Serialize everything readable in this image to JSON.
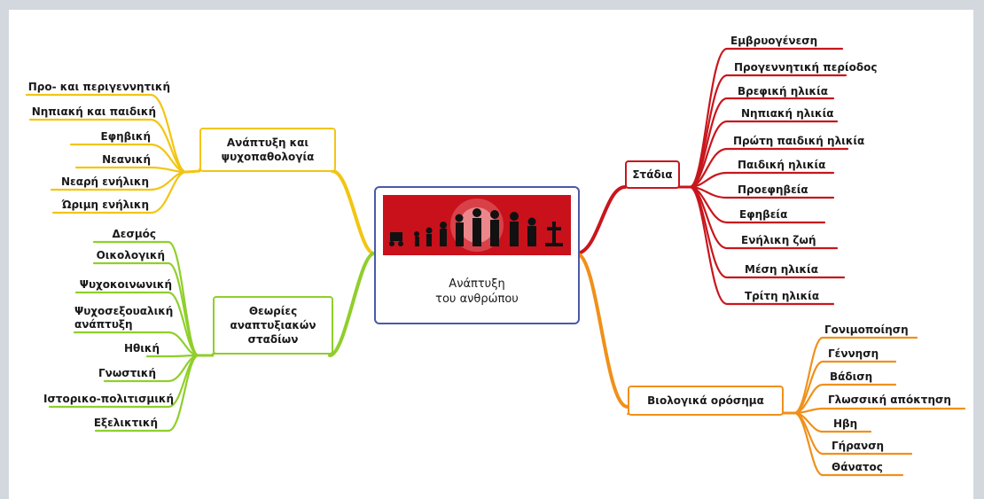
{
  "center": {
    "title_line1": "Ανάπτυξη",
    "title_line2": "του ανθρώπου"
  },
  "branches": {
    "development": {
      "label": "Ανάπτυξη και ψυχοπαθολογία",
      "color": "#f2c512",
      "leaves": [
        "Προ- και περιγεννητική",
        "Νηπιακή και παιδική",
        "Εφηβική",
        "Νεανική",
        "Νεαρή ενήλικη",
        "Ώριμη ενήλικη"
      ]
    },
    "theories": {
      "label": "Θεωρίες αναπτυξιακών σταδίων",
      "color": "#8fcf2a",
      "leaves": [
        "Δεσμός",
        "Οικολογική",
        "Ψυχοκοινωνική",
        "Ψυχοσεξουαλική ανάπτυξη",
        "Ηθική",
        "Γνωστική",
        "Ιστορικο-πολιτισμική",
        "Εξελικτική"
      ]
    },
    "stages": {
      "label": "Στάδια",
      "color": "#c8161d",
      "leaves": [
        "Εμβρυογένεση",
        "Προγεννητική περίοδος",
        "Βρεφική ηλικία",
        "Νηπιακή ηλικία",
        "Πρώτη παιδική ηλικία",
        "Παιδική ηλικία",
        "Προεφηβεία",
        "Εφηβεία",
        "Ενήλικη ζωή",
        "Μέση ηλικία",
        "Τρίτη ηλικία"
      ]
    },
    "biological": {
      "label": "Βιολογικά ορόσημα",
      "color": "#f0901a",
      "leaves": [
        "Γονιμοποίηση",
        "Γέννηση",
        "Βάδιση",
        "Γλωσσική απόκτηση",
        "Ηβη",
        "Γήρανση",
        "Θάνατος"
      ]
    }
  }
}
